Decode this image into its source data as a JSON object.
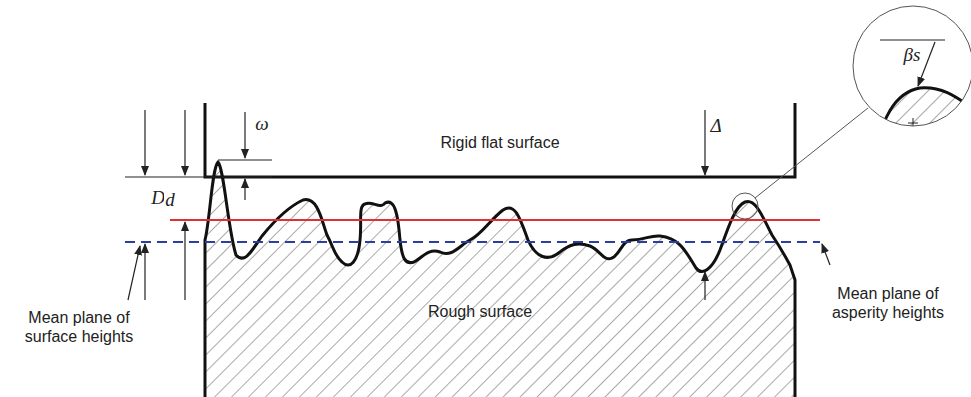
{
  "diagram": {
    "labels": [
      "D",
      "d",
      "ω",
      "Rigid flat surface",
      "Δ",
      "βs",
      "Mean plane of surface heights",
      "Rough surface",
      "Mean plane of asperity heights"
    ]
  }
}
